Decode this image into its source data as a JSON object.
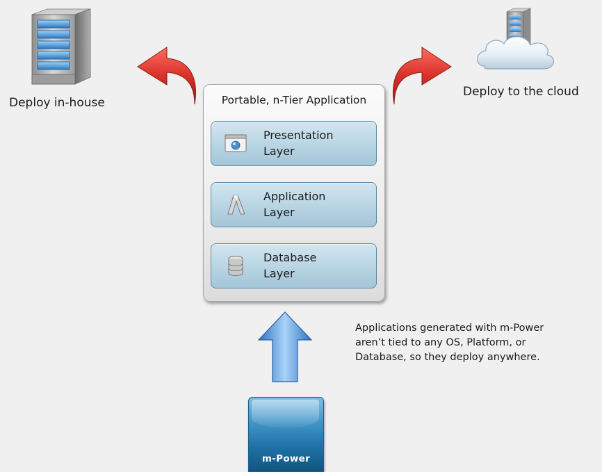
{
  "deploy_inhouse": {
    "label": "Deploy in-house"
  },
  "deploy_cloud": {
    "label": "Deploy to the cloud"
  },
  "application": {
    "title": "Portable, n-Tier Application",
    "layers": [
      {
        "line1": "Presentation",
        "line2": "Layer",
        "icon": "window-icon"
      },
      {
        "line1": "Application",
        "line2": "Layer",
        "icon": "application-a-icon"
      },
      {
        "line1": "Database",
        "line2": "Layer",
        "icon": "database-icon"
      }
    ]
  },
  "note": {
    "line1": "Applications generated with m-Power",
    "line2": "aren’t tied to any OS, Platform, or",
    "line3": "Database, so they deploy anywhere."
  },
  "mpower": {
    "label": "m-Power"
  },
  "colors": {
    "red_arrow": "#d8322a",
    "blue_arrow": "#5a9ee0",
    "layer_fill": "#b8d4e3",
    "mpower_blue": "#1d6fa3"
  }
}
